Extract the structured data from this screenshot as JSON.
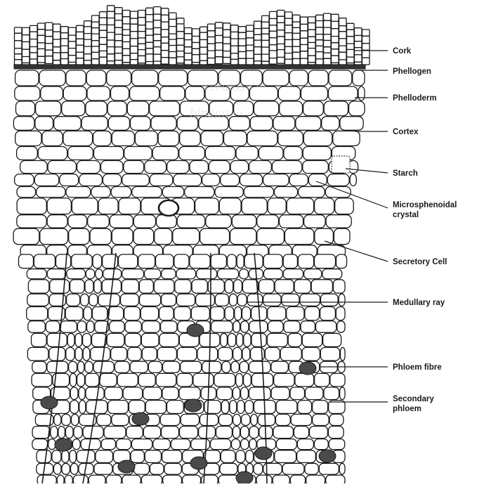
{
  "labels": {
    "cork": "Cork",
    "phellogen": "Phellogen",
    "phelloderm": "Phelloderm",
    "cortex": "Cortex",
    "starch": "Starch",
    "microsphenoidal_crystal": "Microsphenoidal\ncrystal",
    "secretory_cell": "Secretory Cell",
    "medullary_ray": "Medullary ray",
    "phloem_fibre": "Phloem fibre",
    "secondary_phloem": "Secondary\nphloem"
  },
  "colors": {
    "ink": "#1a1a1a",
    "cell_fill": "#ffffff",
    "fibre_fill": "#4a4a4a"
  }
}
